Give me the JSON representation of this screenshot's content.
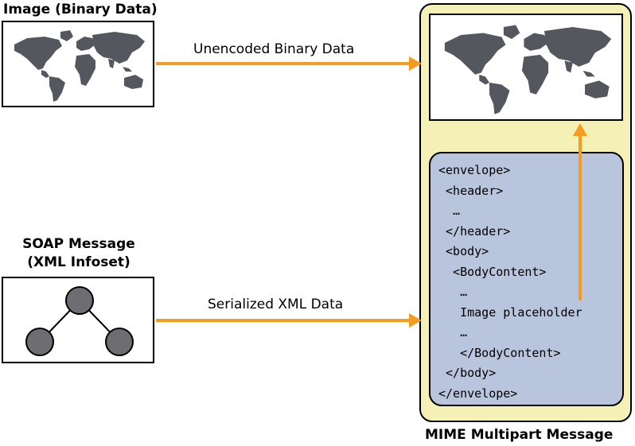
{
  "image_source": {
    "title": "Image (Binary Data)"
  },
  "soap_source": {
    "title_line1": "SOAP Message",
    "title_line2": "(XML Infoset)"
  },
  "arrows": {
    "binary_label": "Unencoded Binary Data",
    "xml_label": "Serialized XML Data",
    "color": "#f39c1f"
  },
  "mime": {
    "title": "MIME Multipart Message",
    "outer_color": "#f4f0b6",
    "xml_box_color": "#b9c4dd"
  },
  "xml_lines": [
    "<envelope>",
    " <header>",
    "  …",
    " </header>",
    " <body>",
    "  <BodyContent>",
    "   …",
    "   Image placeholder",
    "   …",
    "   </BodyContent>",
    " </body>",
    "</envelope>"
  ],
  "tree": {
    "node_color": "#6e6e72"
  }
}
